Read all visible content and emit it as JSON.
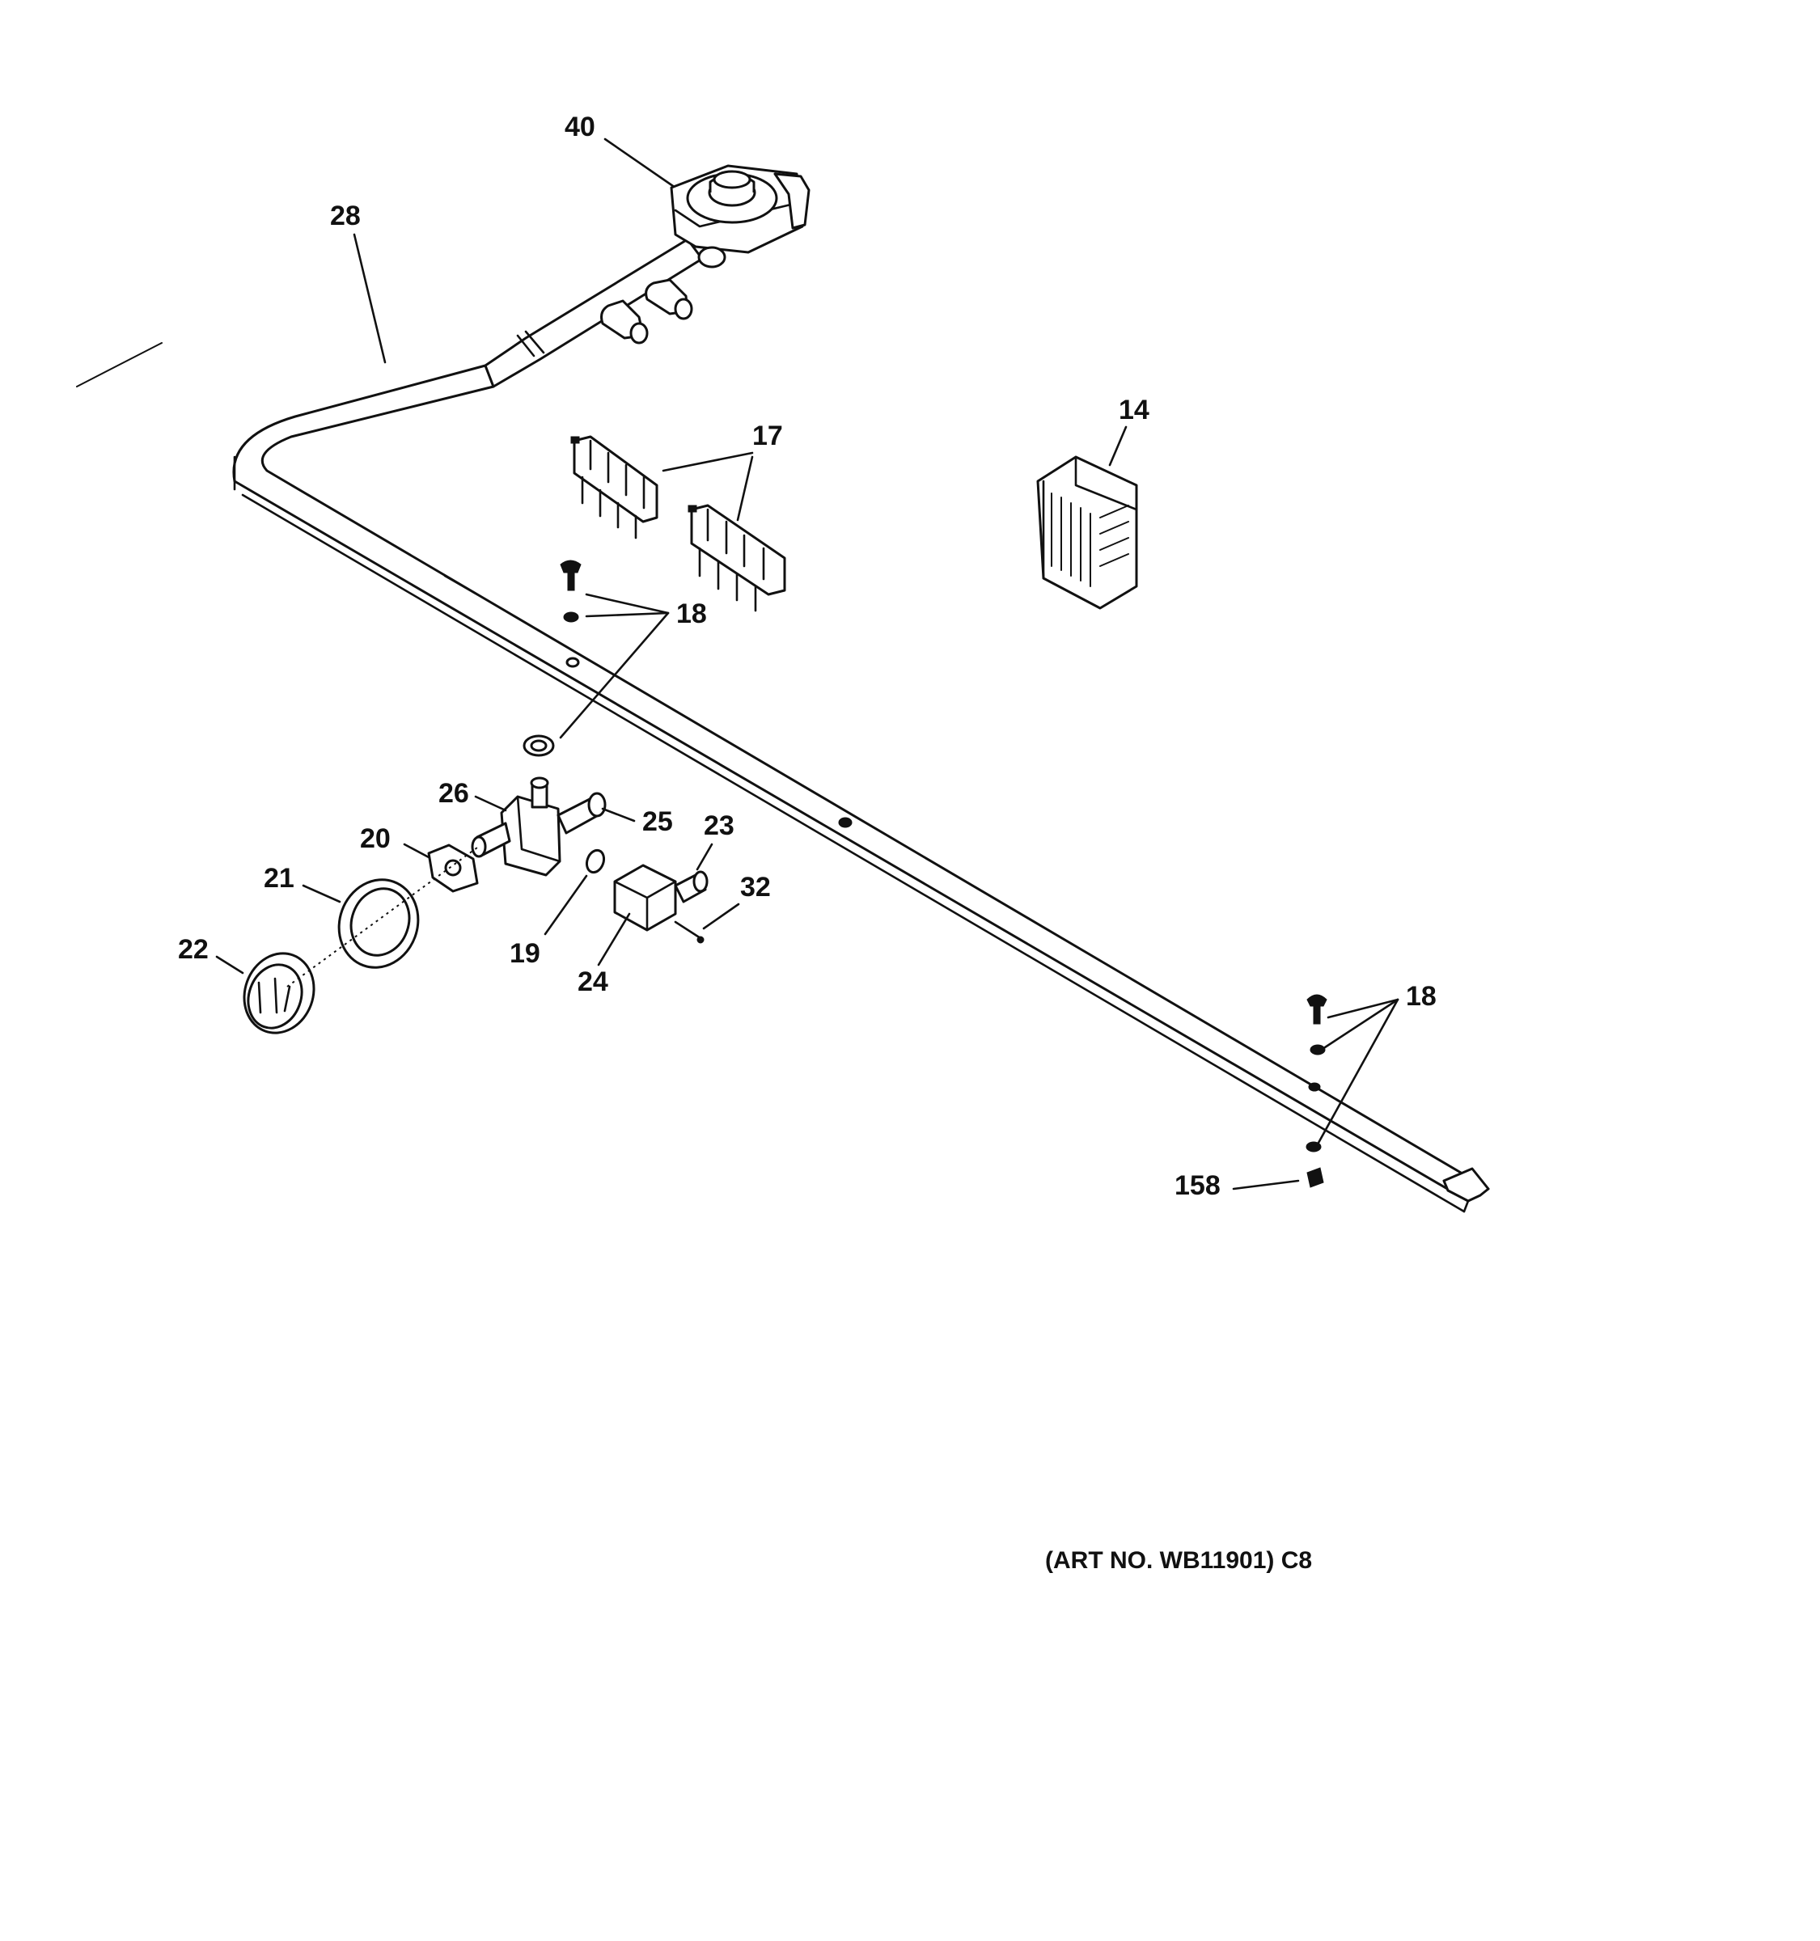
{
  "callouts": [
    {
      "id": "40",
      "text": "40"
    },
    {
      "id": "28",
      "text": "28"
    },
    {
      "id": "17",
      "text": "17"
    },
    {
      "id": "14",
      "text": "14"
    },
    {
      "id": "18a",
      "text": "18"
    },
    {
      "id": "26",
      "text": "26"
    },
    {
      "id": "25",
      "text": "25"
    },
    {
      "id": "23",
      "text": "23"
    },
    {
      "id": "20",
      "text": "20"
    },
    {
      "id": "21",
      "text": "21"
    },
    {
      "id": "32",
      "text": "32"
    },
    {
      "id": "22",
      "text": "22"
    },
    {
      "id": "19",
      "text": "19"
    },
    {
      "id": "24",
      "text": "24"
    },
    {
      "id": "18b",
      "text": "18"
    },
    {
      "id": "158",
      "text": "158"
    }
  ],
  "art_number": "(ART NO. WB11901) C8"
}
